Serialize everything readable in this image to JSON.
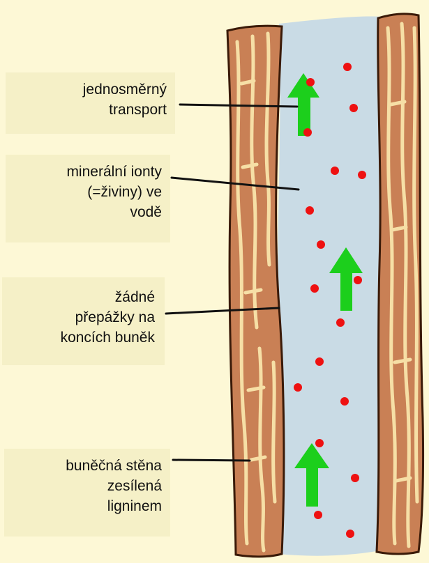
{
  "labels": {
    "transport": [
      "jednosměrný",
      "transport"
    ],
    "ions": [
      "minerální ionty",
      "(=živiny) ve",
      "vodě"
    ],
    "plates": [
      "žádné",
      "přepážky na",
      "koncích buněk"
    ],
    "wall": [
      "buněčná stěna",
      "zesílená",
      "ligninem"
    ]
  },
  "colors": {
    "background": "#fdf8d6",
    "label_box": "#f5f0c7",
    "wall": "#c98055",
    "wall_grain": "#f6dfa6",
    "lumen": "#c9dbe5",
    "ion": "#ee1111",
    "arrow": "#1ccf1c",
    "pointer": "#111111"
  },
  "icons": [
    "upward-arrow-icon",
    "ion-dot-icon"
  ]
}
